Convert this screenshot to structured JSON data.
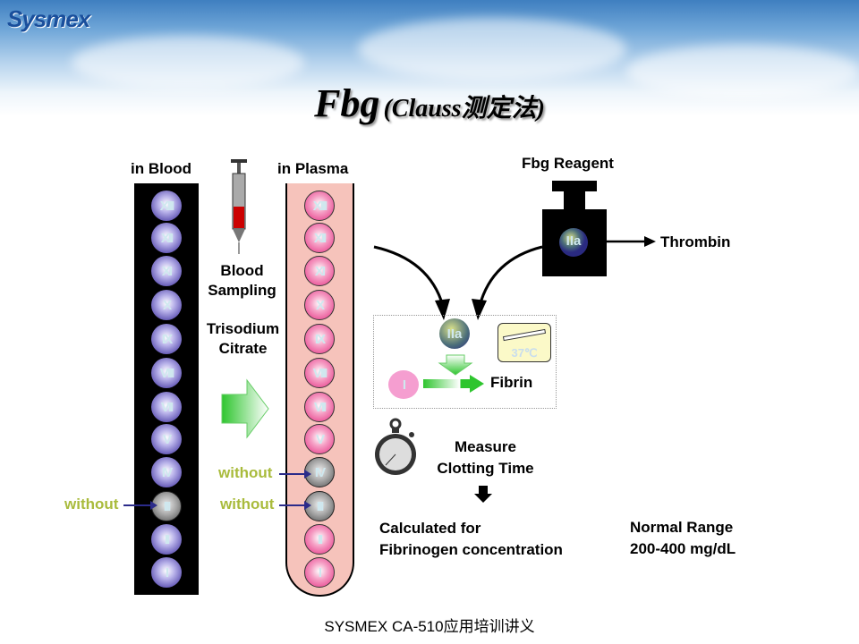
{
  "logo": "Sysmex",
  "title": {
    "main": "Fbg",
    "sub": "(Clauss测定法)"
  },
  "labels": {
    "in_blood": "in Blood",
    "in_plasma": "in Plasma",
    "blood_sampling": [
      "Blood",
      "Sampling"
    ],
    "citrate": [
      "Trisodium",
      "Citrate"
    ],
    "fbg_reagent": "Fbg Reagent",
    "thrombin": "Thrombin",
    "thrombin_factor": "IIa",
    "fibrinogen_factor": "I",
    "fibrin": "Fibrin",
    "temperature": "37℃",
    "measure": [
      "Measure",
      "Clotting Time"
    ],
    "calculated": [
      "Calculated for",
      "Fibrinogen concentration"
    ],
    "normal_range": [
      "Normal Range",
      "200-400 mg/dL"
    ],
    "without": "without"
  },
  "blood_factors": [
    {
      "name": "XIII",
      "present": true
    },
    {
      "name": "XII",
      "present": true
    },
    {
      "name": "XI",
      "present": true
    },
    {
      "name": "X",
      "present": true
    },
    {
      "name": "IX",
      "present": true
    },
    {
      "name": "VIII",
      "present": true
    },
    {
      "name": "VII",
      "present": true
    },
    {
      "name": "V",
      "present": true
    },
    {
      "name": "IV",
      "present": true
    },
    {
      "name": "III",
      "present": false
    },
    {
      "name": "II",
      "present": true
    },
    {
      "name": "I",
      "present": true
    }
  ],
  "plasma_factors": [
    {
      "name": "XIII",
      "present": true
    },
    {
      "name": "XII",
      "present": true
    },
    {
      "name": "XI",
      "present": true
    },
    {
      "name": "X",
      "present": true
    },
    {
      "name": "IX",
      "present": true
    },
    {
      "name": "VIII",
      "present": true
    },
    {
      "name": "VII",
      "present": true
    },
    {
      "name": "V",
      "present": true
    },
    {
      "name": "IV",
      "present": false
    },
    {
      "name": "III",
      "present": false
    },
    {
      "name": "II",
      "present": true
    },
    {
      "name": "I",
      "present": true
    }
  ],
  "footer": "SYSMEX CA-510应用培训讲义"
}
